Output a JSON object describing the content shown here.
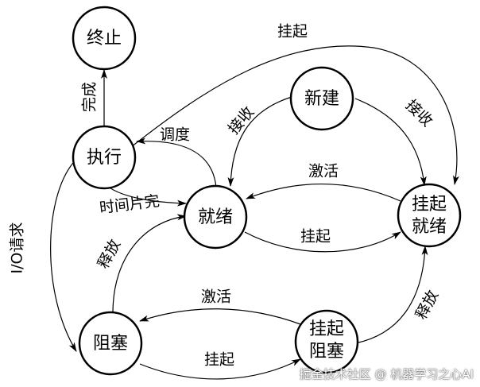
{
  "states": {
    "terminate": "终止",
    "execute": "执行",
    "new": "新建",
    "ready": "就绪",
    "suspend_ready_line1": "挂起",
    "suspend_ready_line2": "就绪",
    "blocked": "阻塞",
    "suspend_blocked_line1": "挂起",
    "suspend_blocked_line2": "阻塞"
  },
  "edges": {
    "execute_to_terminate": "完成",
    "execute_to_suspend_ready": "挂起",
    "ready_to_execute": "调度",
    "execute_to_ready": "时间片完",
    "new_to_ready": "接收",
    "new_to_suspend_ready": "接收",
    "suspend_ready_to_ready": "激活",
    "ready_to_suspend_ready": "挂起",
    "execute_to_blocked": "I/O请求",
    "blocked_to_ready": "释放",
    "suspend_blocked_to_blocked": "激活",
    "blocked_to_suspend_blocked": "挂起",
    "suspend_blocked_to_suspend_ready": "释放"
  },
  "watermark": "掘金技术社区 @ 机器学习之心AI"
}
